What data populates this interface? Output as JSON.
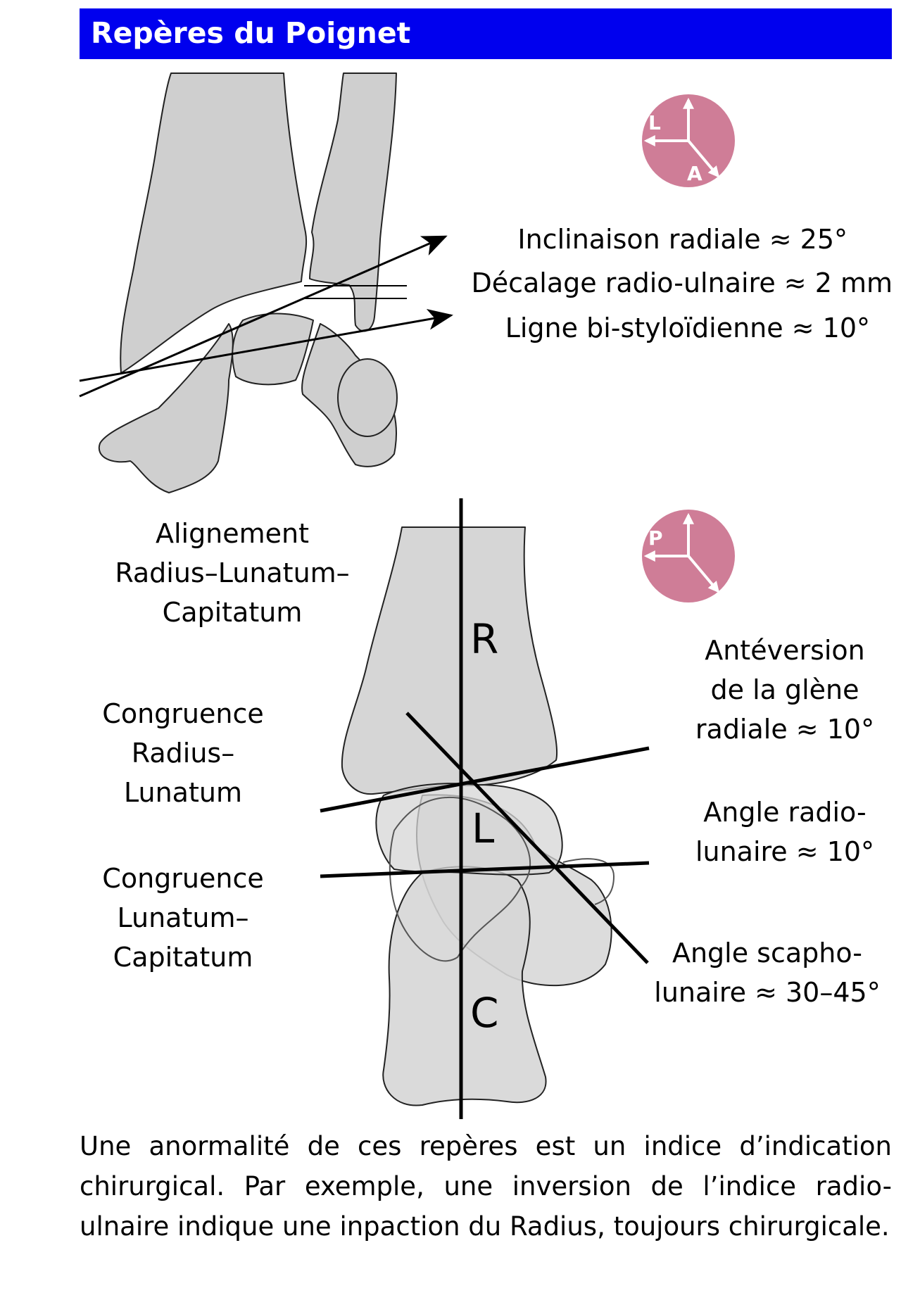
{
  "title": "Repères du Poignet",
  "orientation": {
    "top": {
      "lateral": "L",
      "anterior": "A"
    },
    "bottom": {
      "posterior": "P"
    }
  },
  "colors": {
    "title_bar": "#0000ee",
    "bone_fill": "#cfcfcf",
    "badge": "#cf7d97",
    "line": "#000000"
  },
  "top_view": {
    "measurements": [
      "Inclinaison radiale ≈ 25°",
      "Décalage radio-ulnaire ≈ 2 mm",
      "Ligne bi-styloïdienne ≈ 10°"
    ]
  },
  "bottom_view": {
    "bone_letters": {
      "radius": "R",
      "lunatum": "L",
      "capitatum": "C"
    },
    "left_labels": {
      "alignment": [
        "Alignement",
        "Radius–Lunatum–",
        "Capitatum"
      ],
      "congruence_rl": [
        "Congruence",
        "Radius–",
        "Lunatum"
      ],
      "congruence_lc": [
        "Congruence",
        "Lunatum–",
        "Capitatum"
      ]
    },
    "right_labels": {
      "anteversion": [
        "Antéversion",
        "de la glène",
        "radiale ≈ 10°"
      ],
      "radio_lunar": [
        "Angle radio-",
        "lunaire ≈ 10°"
      ],
      "scapho_lunar": [
        "Angle scapho-",
        "lunaire ≈ 30–45°"
      ]
    }
  },
  "footer": "Une anormalité de ces repères est un indice d’indication chirurgical. Par exemple, une inversion de l’indice radio-ulnaire indique une inpaction du Radius, toujours chirurgicale."
}
